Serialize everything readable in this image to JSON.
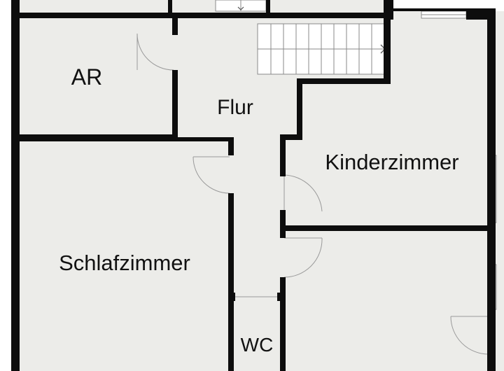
{
  "colors": {
    "floor": "#ecece9",
    "wall": "#0d0d0d",
    "door": "#9a9a9a",
    "stairs": "#8a8a8a",
    "background": "#ffffff"
  },
  "rooms": {
    "ar": "AR",
    "flur": "Flur",
    "kinderzimmer": "Kinderzimmer",
    "schlafzimmer": "Schlafzimmer",
    "wc": "WC"
  }
}
